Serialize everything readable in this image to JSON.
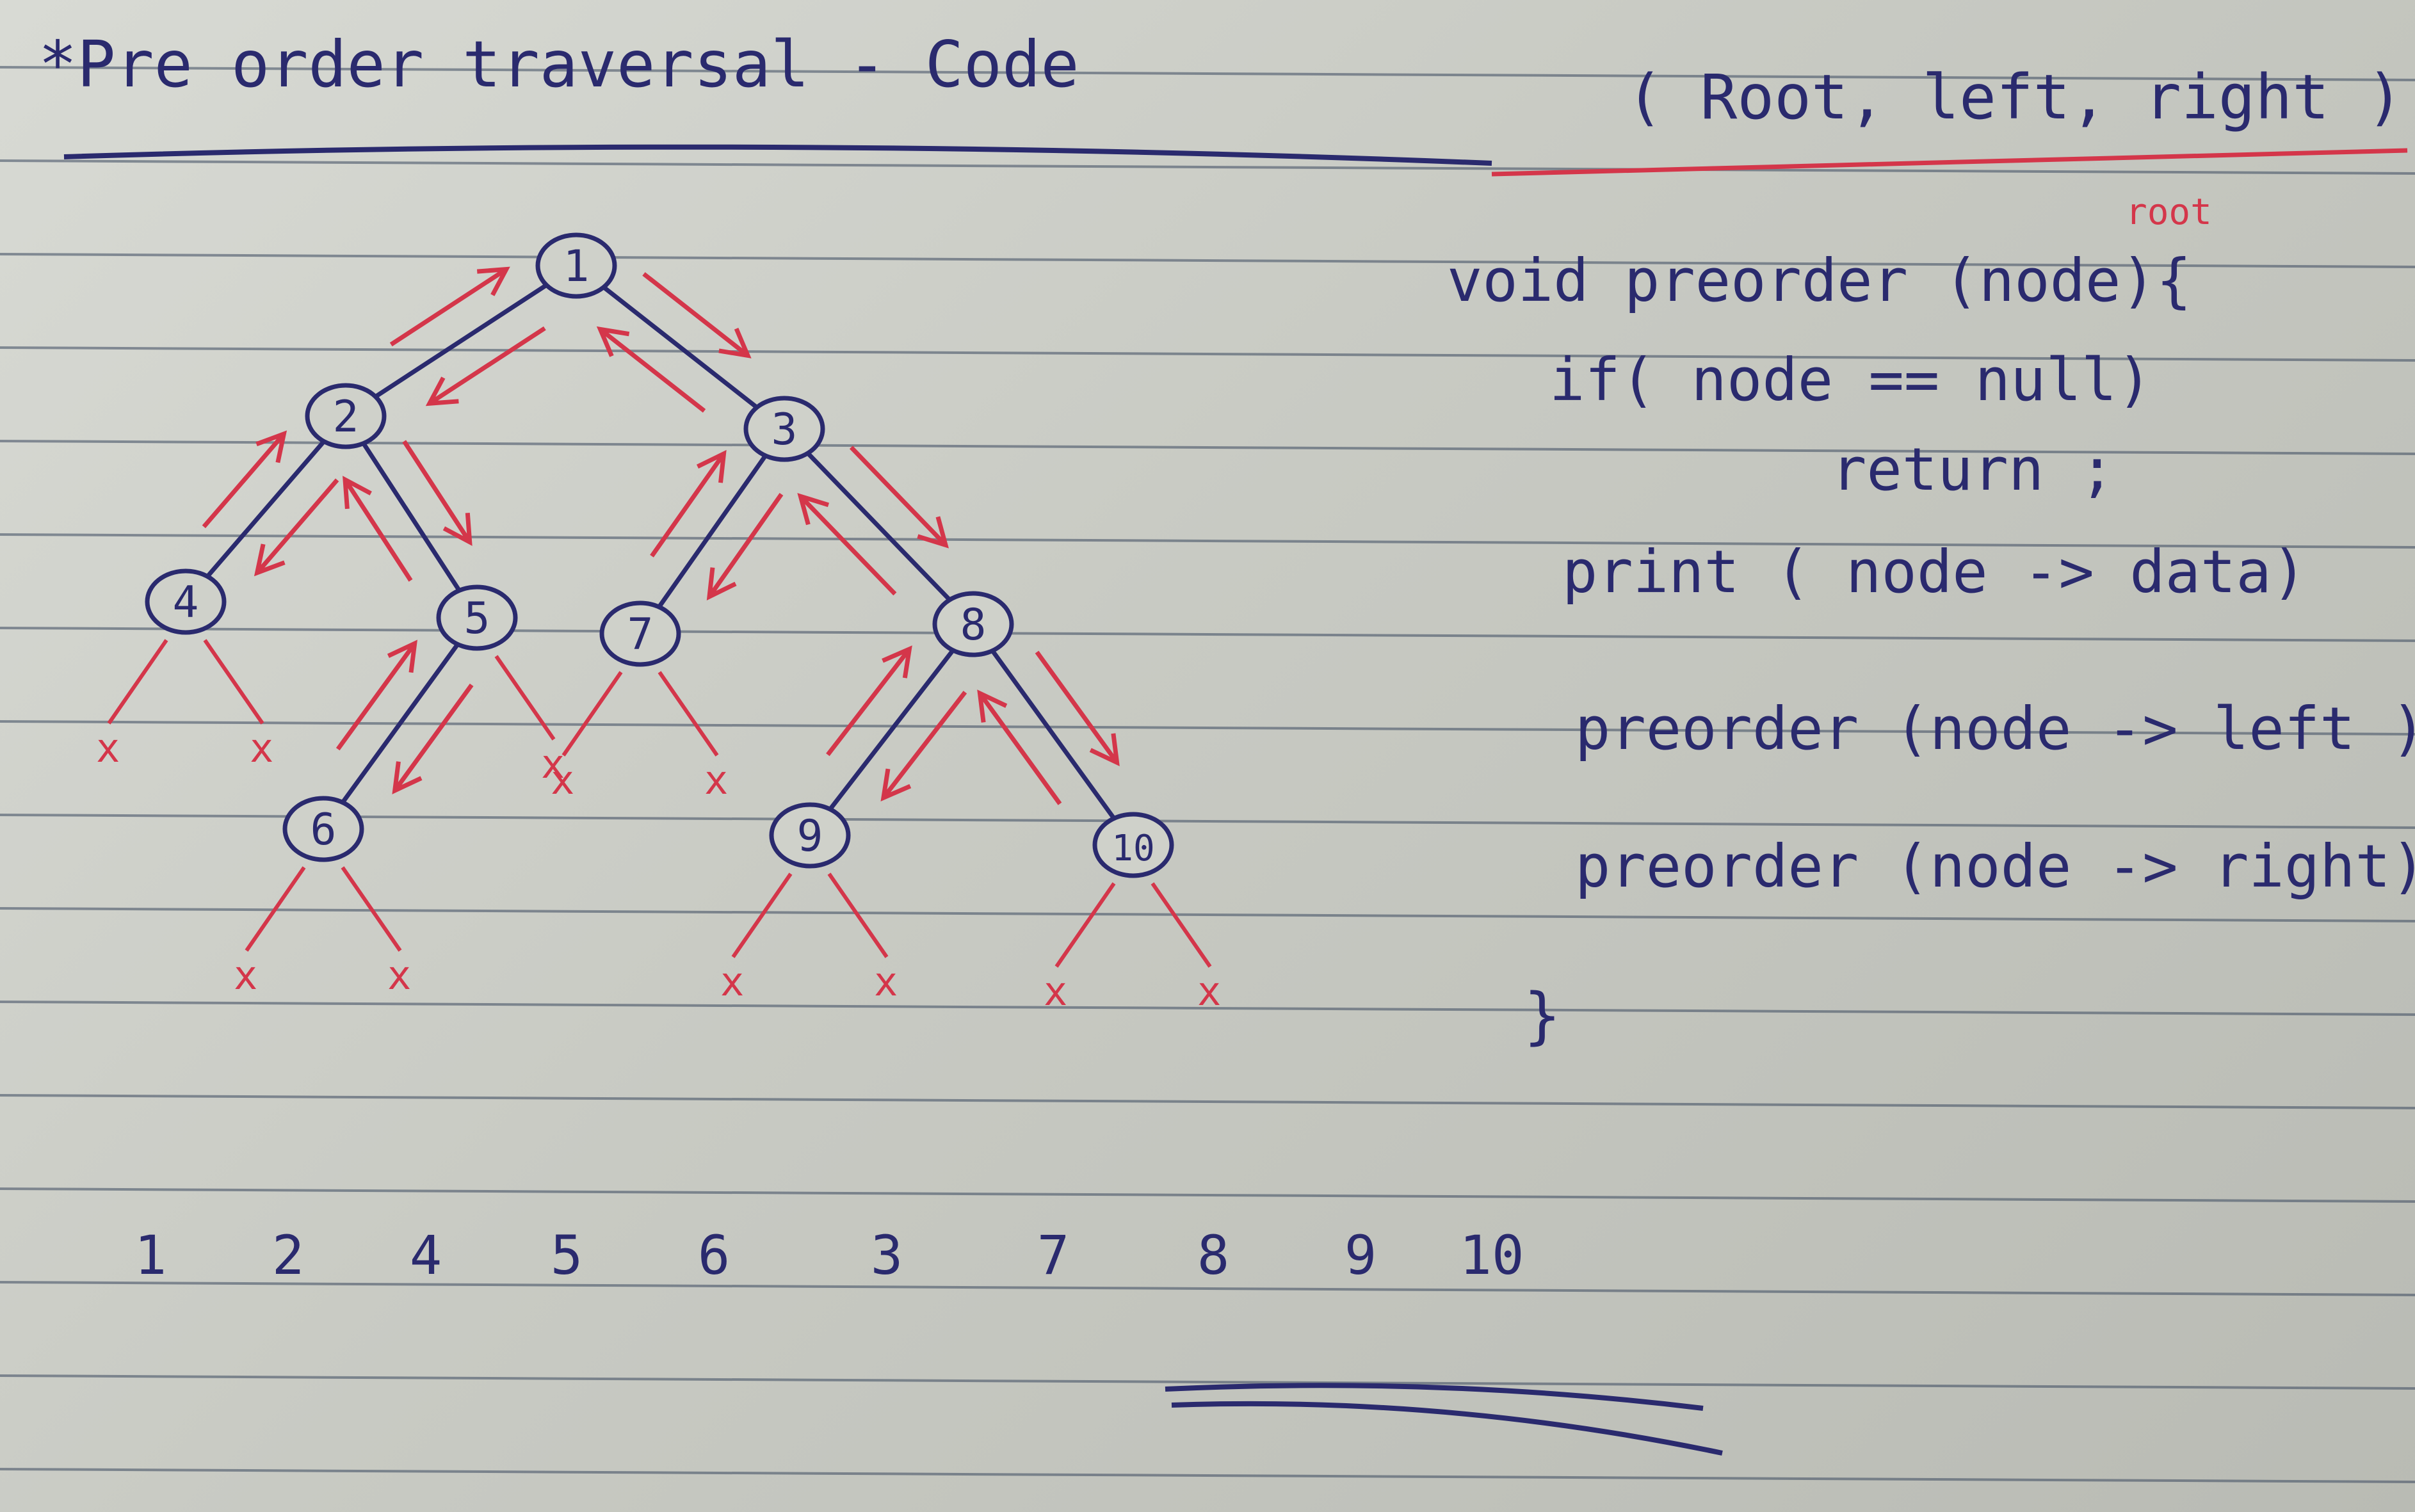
{
  "notebook": {
    "heading": "*Pre order traversal - Code",
    "order_rule": "( Root, left, right )",
    "colors": {
      "paper": "#c9cbc4",
      "ink": "#2a2a6e",
      "red_ink": "#d4364a",
      "rule_line": "#3c4a60"
    }
  },
  "tree": {
    "nodes": [
      "1",
      "2",
      "3",
      "4",
      "5",
      "6",
      "7",
      "8",
      "9",
      "10"
    ],
    "edges": [
      [
        "1",
        "2"
      ],
      [
        "1",
        "3"
      ],
      [
        "2",
        "4"
      ],
      [
        "2",
        "5"
      ],
      [
        "5",
        "6"
      ],
      [
        "3",
        "7"
      ],
      [
        "3",
        "8"
      ],
      [
        "8",
        "9"
      ],
      [
        "8",
        "10"
      ]
    ],
    "null_mark": "x"
  },
  "code": {
    "root_note": "root",
    "lines": [
      "void preorder (node){",
      "if( node == null)",
      "return ;",
      "print ( node -> data)",
      "preorder (node -> left )",
      "preorder (node -> right)",
      "}"
    ]
  },
  "output_sequence": [
    "1",
    "2",
    "4",
    "5",
    "6",
    "3",
    "7",
    "8",
    "9",
    "10"
  ]
}
